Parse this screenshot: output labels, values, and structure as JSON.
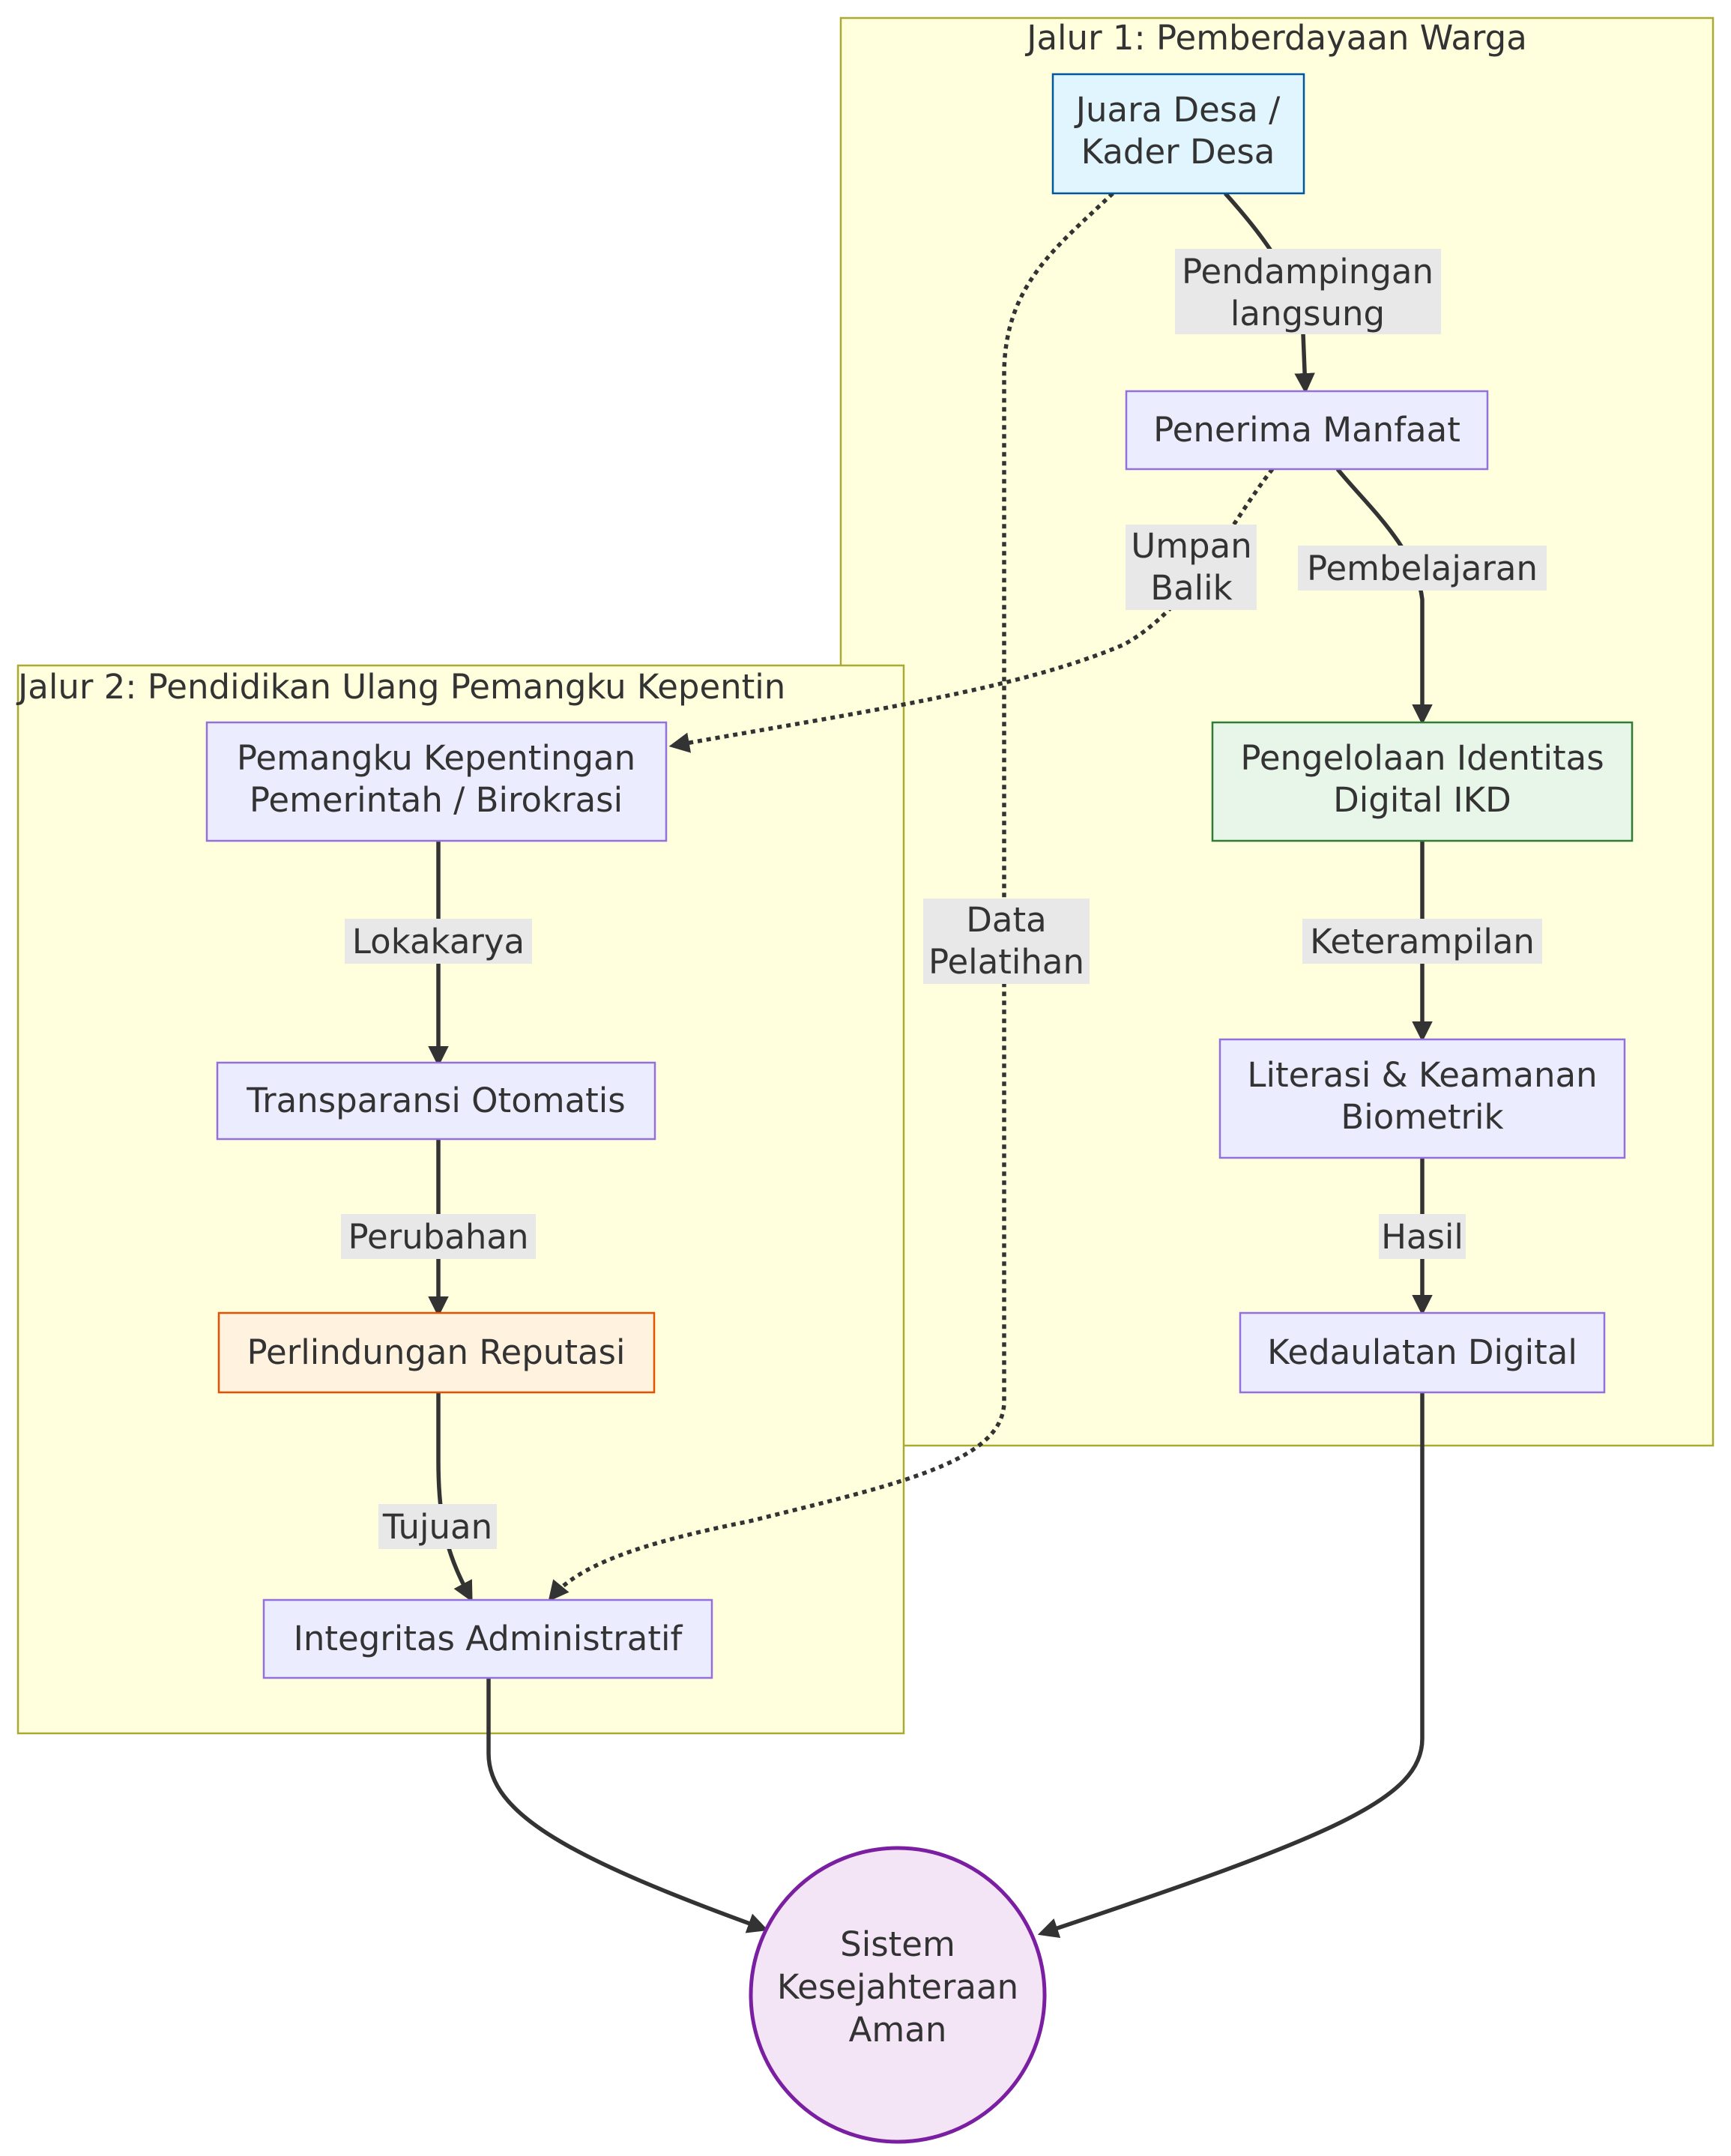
{
  "clusters": {
    "jalur1": {
      "title": "Jalur 1: Pemberdayaan Warga"
    },
    "jalur2": {
      "title": "Jalur 2: Pendidikan Ulang Pemangku Kepentin"
    }
  },
  "nodes": {
    "juara": {
      "lines": [
        "Juara Desa /",
        "Kader Desa"
      ]
    },
    "penerima": {
      "lines": [
        "Penerima Manfaat"
      ]
    },
    "ikd": {
      "lines": [
        "Pengelolaan Identitas",
        "Digital IKD"
      ]
    },
    "literasi": {
      "lines": [
        "Literasi & Keamanan",
        "Biometrik"
      ]
    },
    "kedaulatan": {
      "lines": [
        "Kedaulatan Digital"
      ]
    },
    "pemangku": {
      "lines": [
        "Pemangku Kepentingan",
        "Pemerintah / Birokrasi"
      ]
    },
    "transparansi": {
      "lines": [
        "Transparansi Otomatis"
      ]
    },
    "reputasi": {
      "lines": [
        "Perlindungan Reputasi"
      ]
    },
    "integritas": {
      "lines": [
        "Integritas Administratif"
      ]
    },
    "sistem": {
      "lines": [
        "Sistem",
        "Kesejahteraan",
        "Aman"
      ]
    }
  },
  "edges": {
    "pendampingan": {
      "lines": [
        "Pendampingan",
        "langsung"
      ]
    },
    "pembelajaran": {
      "lines": [
        "Pembelajaran"
      ]
    },
    "umpan_balik": {
      "lines": [
        "Umpan",
        "Balik"
      ]
    },
    "data_pelatihan": {
      "lines": [
        "Data",
        "Pelatihan"
      ]
    },
    "keterampilan": {
      "lines": [
        "Keterampilan"
      ]
    },
    "hasil": {
      "lines": [
        "Hasil"
      ]
    },
    "lokakarya": {
      "lines": [
        "Lokakarya"
      ]
    },
    "perubahan": {
      "lines": [
        "Perubahan"
      ]
    },
    "tujuan": {
      "lines": [
        "Tujuan"
      ]
    }
  },
  "colors": {
    "cluster_fill": "#ffffde",
    "cluster_stroke": "#aaaa33",
    "default_node_fill": "#ececff",
    "default_node_stroke": "#9370db",
    "juara_fill": "#e1f5fe",
    "juara_stroke": "#01579b",
    "ikd_fill": "#e8f5e9",
    "ikd_stroke": "#2e7d32",
    "reputasi_fill": "#fff3e0",
    "reputasi_stroke": "#e65100",
    "sistem_fill": "#f3e5f5",
    "sistem_stroke": "#7b1fa2"
  }
}
